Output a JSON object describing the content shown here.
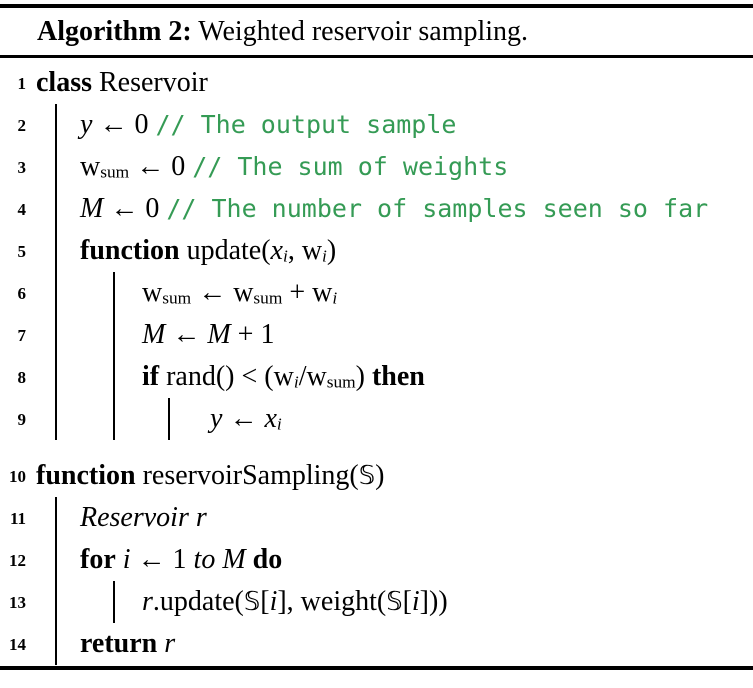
{
  "title": {
    "label": "Algorithm 2:",
    "text": " Weighted reservoir sampling."
  },
  "colors": {
    "comment_green": "#359b55",
    "text": "#000000",
    "rule": "#000000"
  },
  "algorithm": {
    "lines": [
      {
        "num": "1",
        "level": 0,
        "segs": [
          {
            "t": "class",
            "s": "kw"
          },
          {
            "t": " Reservoir",
            "s": "t"
          }
        ]
      },
      {
        "num": "2",
        "level": 1,
        "segs": [
          {
            "t": "y",
            "s": "v"
          },
          {
            "t": " ← 0 ",
            "s": "t"
          },
          {
            "t": "// The output sample",
            "s": "c"
          }
        ]
      },
      {
        "num": "3",
        "level": 1,
        "segs": [
          {
            "t": "w",
            "s": "t"
          },
          {
            "t": "sum",
            "s": "sub"
          },
          {
            "t": " ← 0 ",
            "s": "t"
          },
          {
            "t": "// The sum of weights",
            "s": "c"
          }
        ]
      },
      {
        "num": "4",
        "level": 1,
        "segs": [
          {
            "t": "M",
            "s": "v"
          },
          {
            "t": " ← 0 ",
            "s": "t"
          },
          {
            "t": "// The number of samples seen so far",
            "s": "c"
          }
        ]
      },
      {
        "num": "5",
        "level": 1,
        "segs": [
          {
            "t": "function",
            "s": "kw"
          },
          {
            "t": " update(",
            "s": "t"
          },
          {
            "t": "x",
            "s": "v"
          },
          {
            "t": "i",
            "s": "subv"
          },
          {
            "t": ", w",
            "s": "t"
          },
          {
            "t": "i",
            "s": "subv"
          },
          {
            "t": ")",
            "s": "t"
          }
        ]
      },
      {
        "num": "6",
        "level": 2,
        "segs": [
          {
            "t": "w",
            "s": "t"
          },
          {
            "t": "sum",
            "s": "sub"
          },
          {
            "t": " ← w",
            "s": "t"
          },
          {
            "t": "sum",
            "s": "sub"
          },
          {
            "t": " + w",
            "s": "t"
          },
          {
            "t": "i",
            "s": "subv"
          }
        ]
      },
      {
        "num": "7",
        "level": 2,
        "segs": [
          {
            "t": "M",
            "s": "v"
          },
          {
            "t": " ← ",
            "s": "t"
          },
          {
            "t": "M",
            "s": "v"
          },
          {
            "t": " + 1",
            "s": "t"
          }
        ]
      },
      {
        "num": "8",
        "level": 2,
        "segs": [
          {
            "t": "if",
            "s": "kw"
          },
          {
            "t": " rand() < (w",
            "s": "t"
          },
          {
            "t": "i",
            "s": "subv"
          },
          {
            "t": "/w",
            "s": "t"
          },
          {
            "t": "sum",
            "s": "sub"
          },
          {
            "t": ") ",
            "s": "t"
          },
          {
            "t": "then",
            "s": "kw"
          }
        ]
      },
      {
        "num": "9",
        "level": 3,
        "segs": [
          {
            "t": "y",
            "s": "v"
          },
          {
            "t": " ← ",
            "s": "t"
          },
          {
            "t": "x",
            "s": "v"
          },
          {
            "t": "i",
            "s": "subv"
          }
        ]
      },
      {
        "num": "10",
        "level": 0,
        "gap": true,
        "segs": [
          {
            "t": "function",
            "s": "kw"
          },
          {
            "t": " reservoirSampling(",
            "s": "t"
          },
          {
            "t": "𝕊",
            "s": "bb"
          },
          {
            "t": ")",
            "s": "t"
          }
        ]
      },
      {
        "num": "11",
        "level": 1,
        "segs": [
          {
            "t": "Reservoir r",
            "s": "v"
          }
        ]
      },
      {
        "num": "12",
        "level": 1,
        "segs": [
          {
            "t": "for",
            "s": "kw"
          },
          {
            "t": " ",
            "s": "t"
          },
          {
            "t": "i",
            "s": "v"
          },
          {
            "t": " ← 1 ",
            "s": "t"
          },
          {
            "t": "to",
            "s": "v"
          },
          {
            "t": " ",
            "s": "t"
          },
          {
            "t": "M",
            "s": "v"
          },
          {
            "t": " ",
            "s": "t"
          },
          {
            "t": "do",
            "s": "kw"
          }
        ]
      },
      {
        "num": "13",
        "level": 2,
        "segs": [
          {
            "t": "r",
            "s": "v"
          },
          {
            "t": ".update(",
            "s": "t"
          },
          {
            "t": "𝕊",
            "s": "bb"
          },
          {
            "t": "[",
            "s": "t"
          },
          {
            "t": "i",
            "s": "v"
          },
          {
            "t": "], weight(",
            "s": "t"
          },
          {
            "t": "𝕊",
            "s": "bb"
          },
          {
            "t": "[",
            "s": "t"
          },
          {
            "t": "i",
            "s": "v"
          },
          {
            "t": "]))",
            "s": "t"
          }
        ]
      },
      {
        "num": "14",
        "level": 1,
        "segs": [
          {
            "t": "return",
            "s": "kw"
          },
          {
            "t": " ",
            "s": "t"
          },
          {
            "t": "r",
            "s": "v"
          }
        ]
      }
    ]
  }
}
